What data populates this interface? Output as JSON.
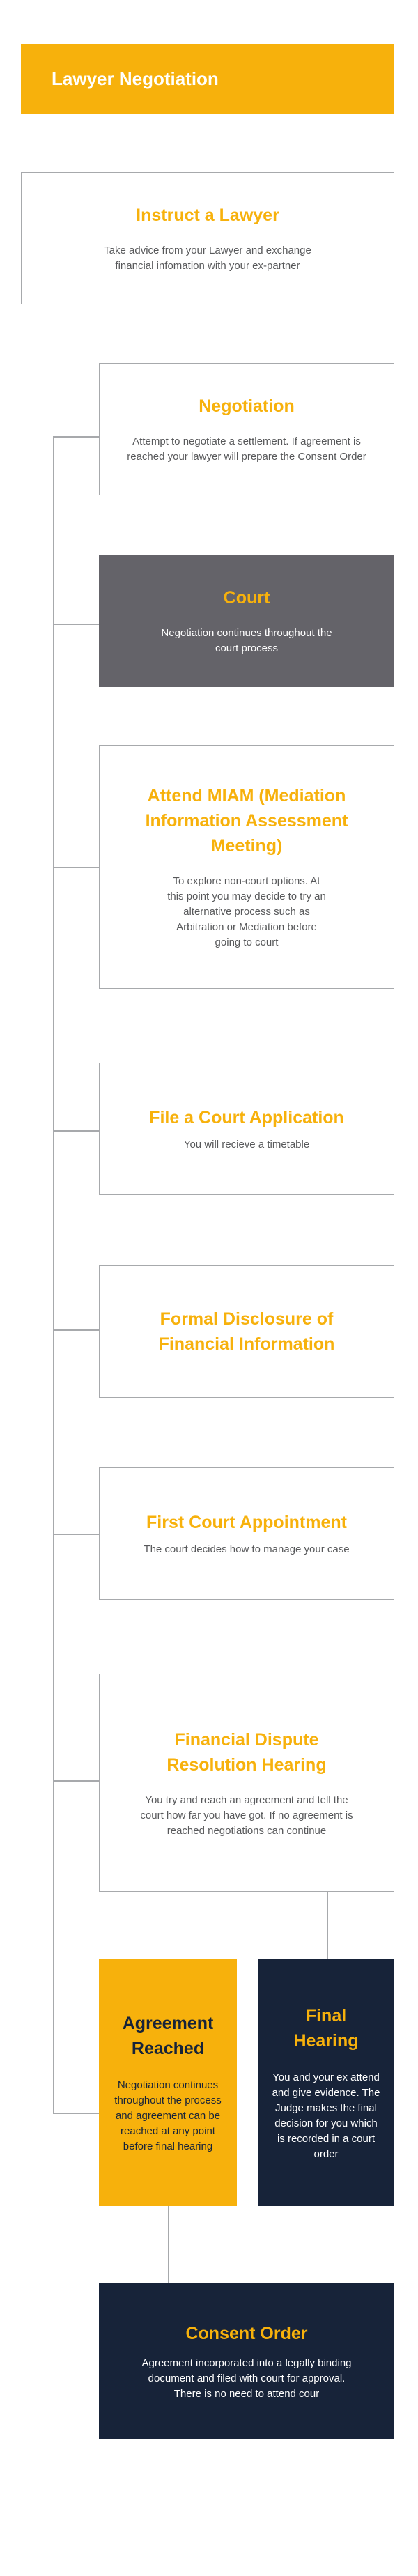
{
  "header": {
    "title": "Lawyer Negotiation"
  },
  "steps": {
    "instruct": {
      "title": "Instruct a Lawyer",
      "text": "Take advice from your Lawyer and exchange financial infomation with your ex-partner"
    },
    "negotiation": {
      "title": "Negotiation",
      "text": "Attempt to negotiate a settlement. If agreement is reached your lawyer will prepare the Consent Order"
    },
    "court": {
      "title": "Court",
      "text": "Negotiation continues throughout the court process"
    },
    "miam": {
      "title": "Attend MIAM (Mediation Information Assessment Meeting)",
      "text": "To explore non-court options. At this point you may decide to try an alternative process such as Arbitration or Mediation before going to court"
    },
    "file_application": {
      "title": "File a Court Application",
      "text": "You will recieve a timetable"
    },
    "disclosure": {
      "title": "Formal Disclosure of Financial Information"
    },
    "first_appointment": {
      "title": "First Court Appointment",
      "text": "The court decides how to manage your case"
    },
    "fdr": {
      "title": "Financial Dispute Resolution Hearing",
      "text": "You try and reach an agreement and tell the court how far you have got. If no agreement is reached negotiations can continue"
    },
    "agreement": {
      "title": "Agreement Reached",
      "text": "Negotiation continues throughout the process and agreement can be reached at any point before final hearing"
    },
    "final_hearing": {
      "title": "Final Hearing",
      "text": "You and your ex attend and give evidence. The Judge makes the final decision for you which is recorded in a court order"
    },
    "consent_order": {
      "title": "Consent Order",
      "text": "Agreement incorporated into a legally binding document and filed with court for approval. There is no need to attend cour"
    }
  },
  "colors": {
    "accent": "#f7b10c",
    "navy": "#172339",
    "dark_grey": "#646369",
    "border": "#a7a9ac",
    "text": "#58595b"
  }
}
